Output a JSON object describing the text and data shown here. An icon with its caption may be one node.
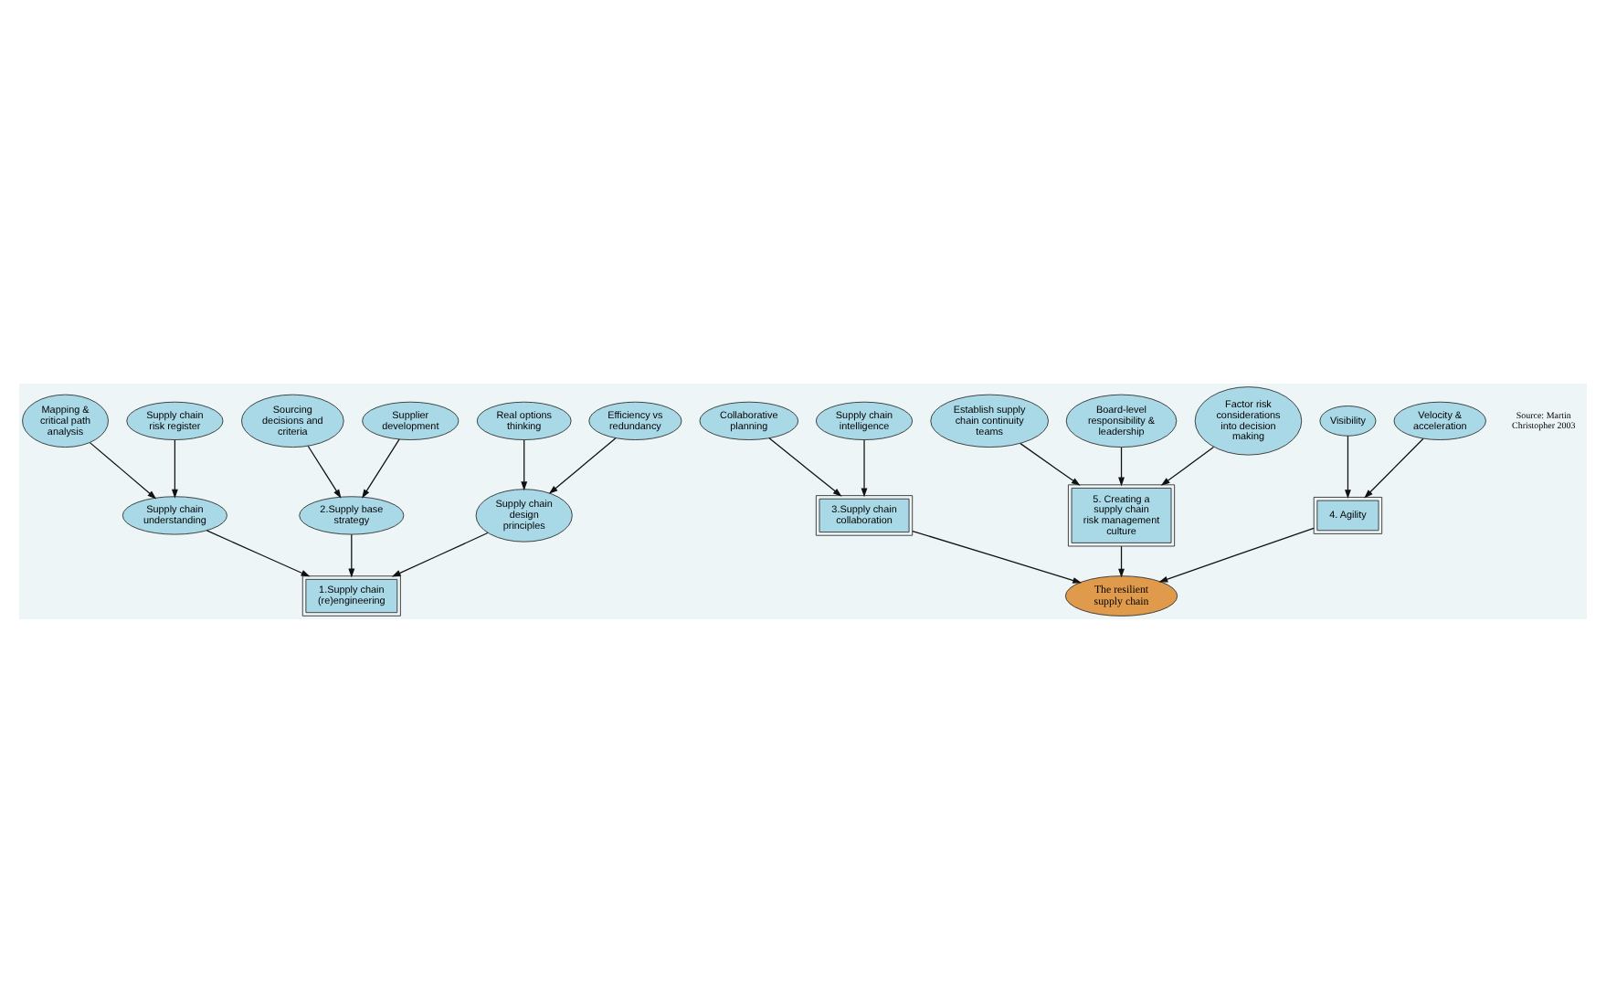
{
  "diagram": {
    "nodes": [
      {
        "text": [
          "Mapping & critical path analysis"
        ]
      },
      {
        "text": [
          "Supply chain understanding"
        ]
      },
      {
        "text": [
          "1.Supply chain (re)engineering"
        ]
      },
      {
        "text": [
          "2.Supply base strategy"
        ]
      },
      {
        "text": [
          "Sourcing decisions and criteria"
        ]
      },
      {
        "text": [
          "Supplier development"
        ]
      },
      {
        "text": [
          "Supply chain risk register"
        ]
      },
      {
        "text": [
          "Supply chain design principles"
        ]
      },
      {
        "text": [
          "Collaborative planning"
        ]
      },
      {
        "text": [
          "3.Supply chain collaboration"
        ]
      },
      {
        "text": [
          "The resilient supply chain"
        ]
      },
      {
        "text": [
          "Supply chain intelligence"
        ]
      },
      {
        "text": [
          "Real options thinking"
        ]
      },
      {
        "text": [
          "Efficiency vs redundancy"
        ]
      },
      {
        "text": [
          "5. Creating a supply chain risk management culture"
        ]
      },
      {
        "text": [
          "4. Agility"
        ]
      },
      {
        "text": [
          "Visibility"
        ]
      },
      {
        "text": [
          "Velocity & acceleration"
        ]
      },
      {
        "text": [
          "Establish supply chain continuity teams"
        ]
      },
      {
        "text": [
          "Board-level responsibility & leadership"
        ]
      },
      {
        "text": [
          "Factor risk considerations into decision making"
        ]
      }
    ],
    "edges": [
      {
        "from": 0,
        "to": 1,
        "arrow": "to"
      },
      {
        "from": 1,
        "to": 2,
        "arrow": "to"
      },
      {
        "from": 6,
        "to": 1,
        "arrow": "to"
      },
      {
        "from": 7,
        "to": 2,
        "arrow": "to"
      },
      {
        "from": 12,
        "to": 7,
        "arrow": "to"
      },
      {
        "from": 13,
        "to": 7,
        "arrow": "to"
      },
      {
        "from": 3,
        "to": 2,
        "arrow": "to"
      },
      {
        "from": 4,
        "to": 3,
        "arrow": "to"
      },
      {
        "from": 5,
        "to": 3,
        "arrow": "to"
      },
      {
        "from": 9,
        "to": 10,
        "arrow": "to"
      },
      {
        "from": 8,
        "to": 9,
        "arrow": "to"
      },
      {
        "from": 11,
        "to": 9,
        "arrow": "to"
      },
      {
        "from": 14,
        "to": 10,
        "arrow": "to"
      },
      {
        "from": 15,
        "to": 10,
        "arrow": "to"
      },
      {
        "from": 16,
        "to": 15,
        "arrow": "to"
      },
      {
        "from": 17,
        "to": 15,
        "arrow": "to"
      },
      {
        "from": 18,
        "to": 14,
        "arrow": "to"
      },
      {
        "from": 19,
        "to": 14,
        "arrow": "to"
      },
      {
        "from": 20,
        "to": 14,
        "arrow": "to"
      }
    ],
    "labels": [
      "Source: Martin Christopher 2003"
    ]
  }
}
